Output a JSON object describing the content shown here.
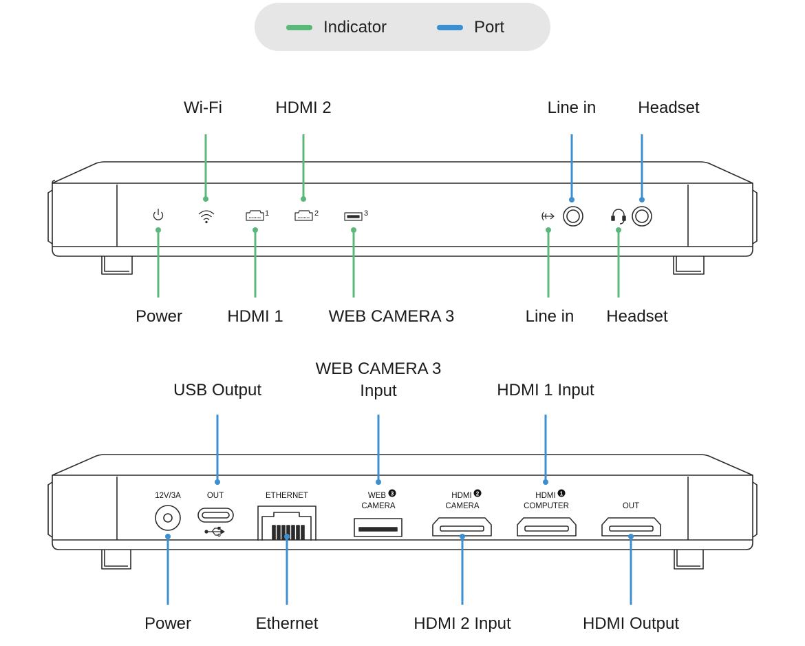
{
  "colors": {
    "indicator": "#5cb87a",
    "port": "#3d8fcf",
    "device_stroke": "#2b2b2b",
    "legend_bg": "#e6e6e6"
  },
  "legend": {
    "indicator_label": "Indicator",
    "port_label": "Port"
  },
  "front_panel": {
    "top_labels": {
      "wifi": "Wi-Fi",
      "hdmi2": "HDMI 2",
      "line_in": "Line in",
      "headset": "Headset"
    },
    "bottom_labels": {
      "power": "Power",
      "hdmi1": "HDMI 1",
      "web_camera3": "WEB CAMERA 3",
      "line_in": "Line in",
      "headset": "Headset"
    },
    "icon_numbers": {
      "hdmi1": "1",
      "hdmi2": "2",
      "cam3": "3"
    },
    "icons": [
      "power-icon",
      "wifi-icon",
      "hdmi-1-icon",
      "hdmi-2-icon",
      "camera-3-icon",
      "line-in-icon",
      "headset-icon"
    ]
  },
  "back_panel": {
    "top_labels": {
      "usb_output": "USB Output",
      "web_camera3_input_line1": "WEB CAMERA 3",
      "web_camera3_input_line2": "Input",
      "hdmi1_input": "HDMI 1 Input"
    },
    "bottom_labels": {
      "power": "Power",
      "ethernet": "Ethernet",
      "hdmi2_input": "HDMI 2 Input",
      "hdmi_output": "HDMI Output"
    },
    "port_labels": {
      "dc": "12V/3A",
      "usbc_out": "OUT",
      "ethernet": "ETHERNET",
      "webcam_line1": "WEB",
      "webcam_line2": "CAMERA",
      "webcam_num": "3",
      "hdmi2_line1": "HDMI",
      "hdmi2_line2": "CAMERA",
      "hdmi2_num": "2",
      "hdmi1_line1": "HDMI",
      "hdmi1_line2": "COMPUTER",
      "hdmi1_num": "1",
      "hdmi_out": "OUT"
    }
  }
}
